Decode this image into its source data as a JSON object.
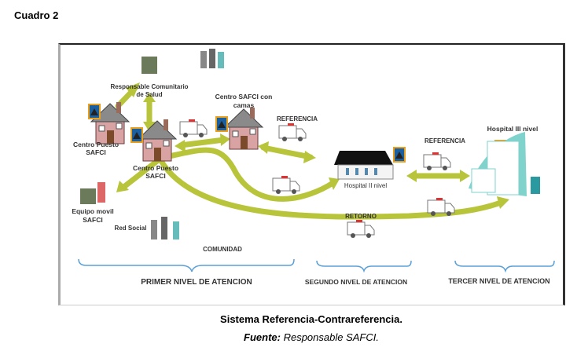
{
  "title": "Cuadro  2",
  "diagram": {
    "labels": {
      "responsable": [
        "Responsable Comunitario",
        "de Salud"
      ],
      "centro_camas": [
        "Centro SAFCI con",
        "camas"
      ],
      "referencia_1": "REFERENCIA",
      "centro_puesto_left": [
        "Centro Puesto",
        "SAFCI"
      ],
      "centro_puesto_center": [
        "Centro Puesto",
        "SAFCI"
      ],
      "hospital_2": "Hospital II  nivel",
      "referencia_2": "REFERENCIA",
      "hospital_3": "Hospital III nivel",
      "equipo_movil": [
        "Equipo movil",
        "SAFCI"
      ],
      "red_social": "Red Social",
      "retorno": "RETORNO",
      "comunidad": "COMUNIDAD",
      "nivel_1": "PRIMER NIVEL DE  ATENCION",
      "nivel_2": "SEGUNDO NIVEL DE  ATENCION",
      "nivel_3": "TERCER NIVEL DE ATENCION"
    },
    "colors": {
      "arrow": "#b8c43a",
      "bracket": "#5aa0d8",
      "hospital": "#7fd3cc",
      "house": "#c98f8f",
      "roof": "#777"
    }
  },
  "caption": {
    "line1": "Sistema Referencia-Contrareferencia.",
    "source_label": "Fuente:",
    "source_value": " Responsable SAFCI."
  }
}
